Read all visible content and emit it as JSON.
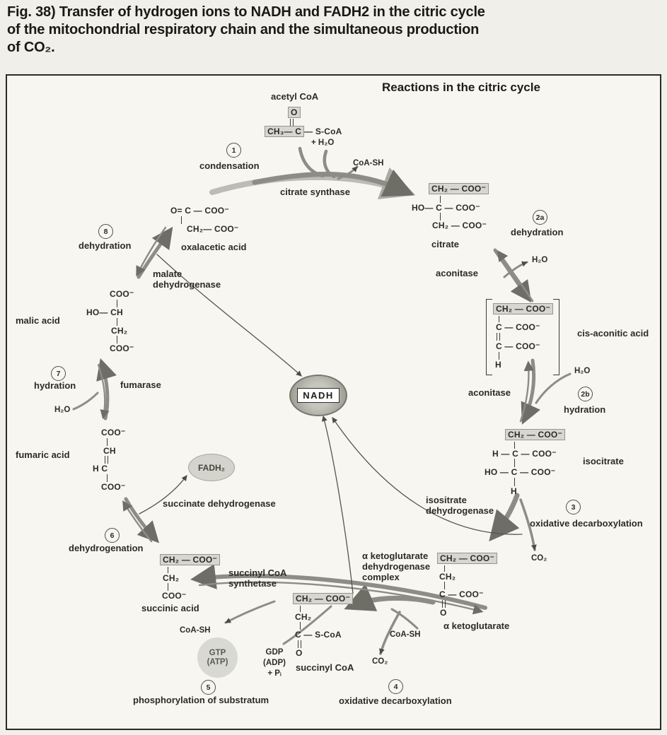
{
  "figure": {
    "caption_lines": [
      "Fig. 38)   Transfer of hydrogen ions to NADH and FADH2 in the citric cycle",
      "of the mitochondrial respiratory chain and the simultaneous production",
      "of CO₂."
    ]
  },
  "diagram": {
    "header": "Reactions in the citric cycle",
    "steps": {
      "n1": {
        "num": "1",
        "label": "condensation"
      },
      "n2a": {
        "num": "2a",
        "label": "dehydration"
      },
      "n2b": {
        "num": "2b",
        "label": "hydration"
      },
      "n3": {
        "num": "3",
        "label": "oxidative decarboxylation"
      },
      "n4": {
        "num": "4",
        "label": "oxidative decarboxylation"
      },
      "n5": {
        "num": "5",
        "label": "phosphorylation of substratum"
      },
      "n6": {
        "num": "6",
        "label": "dehydrogenation"
      },
      "n7": {
        "num": "7",
        "label": "hydration"
      },
      "n8": {
        "num": "8",
        "label": "dehydration"
      }
    },
    "enzymes": {
      "citrate_synthase": "citrate synthase",
      "aconitase_upper": "aconitase",
      "aconitase_lower": "aconitase",
      "isocitrate_dh": [
        "isositrate",
        "dehydrogenase"
      ],
      "akg_dh": [
        "α ketoglutarate",
        "dehydrogenase",
        "complex"
      ],
      "succinyl_synthetase": [
        "succinyl CoA",
        "synthetase"
      ],
      "succinate_dh": "succinate dehydrogenase",
      "fumarase": "fumarase",
      "malate_dh": [
        "malate",
        "dehydrogenase"
      ]
    },
    "molecules": {
      "acetyl_coa": "acetyl CoA",
      "citrate": "citrate",
      "cis_aconitic": "cis-aconitic acid",
      "isocitrate": "isocitrate",
      "alpha_kg": "α ketoglutarate",
      "succinyl_coa": "succinyl CoA",
      "succinic": "succinic acid",
      "fumaric": "fumaric acid",
      "malic": "malic acid",
      "oxalacetic": "oxalacetic acid"
    },
    "cofactors": {
      "nadh": "NADH",
      "fadh2": "FADH₂",
      "gtp": [
        "GTP",
        "(ATP)"
      ],
      "gdp": [
        "GDP",
        "(ADP)",
        "+ Pᵢ"
      ]
    },
    "small": {
      "h2o_top": "+ H₂O",
      "coash_top": "CoA-SH",
      "h2o_2a": "H₂O",
      "h2o_2b": "H₂O",
      "h2o_7": "H₂O",
      "co2_3": "CO₂",
      "co2_4": "CO₂",
      "coash_4": "CoA-SH",
      "coash_5": "CoA-SH"
    },
    "formulas": {
      "acetyl": {
        "o": "O",
        "hl": "CH₃— C",
        "tail": "— S-CoA"
      },
      "citrate": {
        "l1": "CH₂ — COO⁻",
        "l2": "HO— C — COO⁻",
        "l3": "CH₂ — COO⁻"
      },
      "cis_aconitic": {
        "l1": "CH₂ — COO⁻",
        "l2": "C — COO⁻",
        "l3": "C — COO⁻",
        "l4": "H"
      },
      "isocitrate": {
        "l1": "CH₂ — COO⁻",
        "l2": "H — C — COO⁻",
        "l3": "HO — C — COO⁻",
        "l4": "H"
      },
      "akg": {
        "l1": "CH₂ — COO⁻",
        "l2": "CH₂",
        "l3": "C — COO⁻",
        "l4": "O"
      },
      "succinyl": {
        "l1": "CH₂ — COO⁻",
        "l2": "CH₂",
        "l3": "C — S-CoA",
        "l4": "O"
      },
      "succinic": {
        "l1": "CH₂ — COO⁻",
        "l2": "CH₂",
        "l3": "COO⁻"
      },
      "fumaric": {
        "l1": "COO⁻",
        "l2": "CH",
        "l3": "H C",
        "l4": "COO⁻"
      },
      "malic": {
        "l1": "COO⁻",
        "l2": "HO— CH",
        "l3": "CH₂",
        "l4": "COO⁻"
      },
      "oxalacetic": {
        "l1": "O= C — COO⁻",
        "l2": "CH₂— COO⁻"
      }
    }
  }
}
